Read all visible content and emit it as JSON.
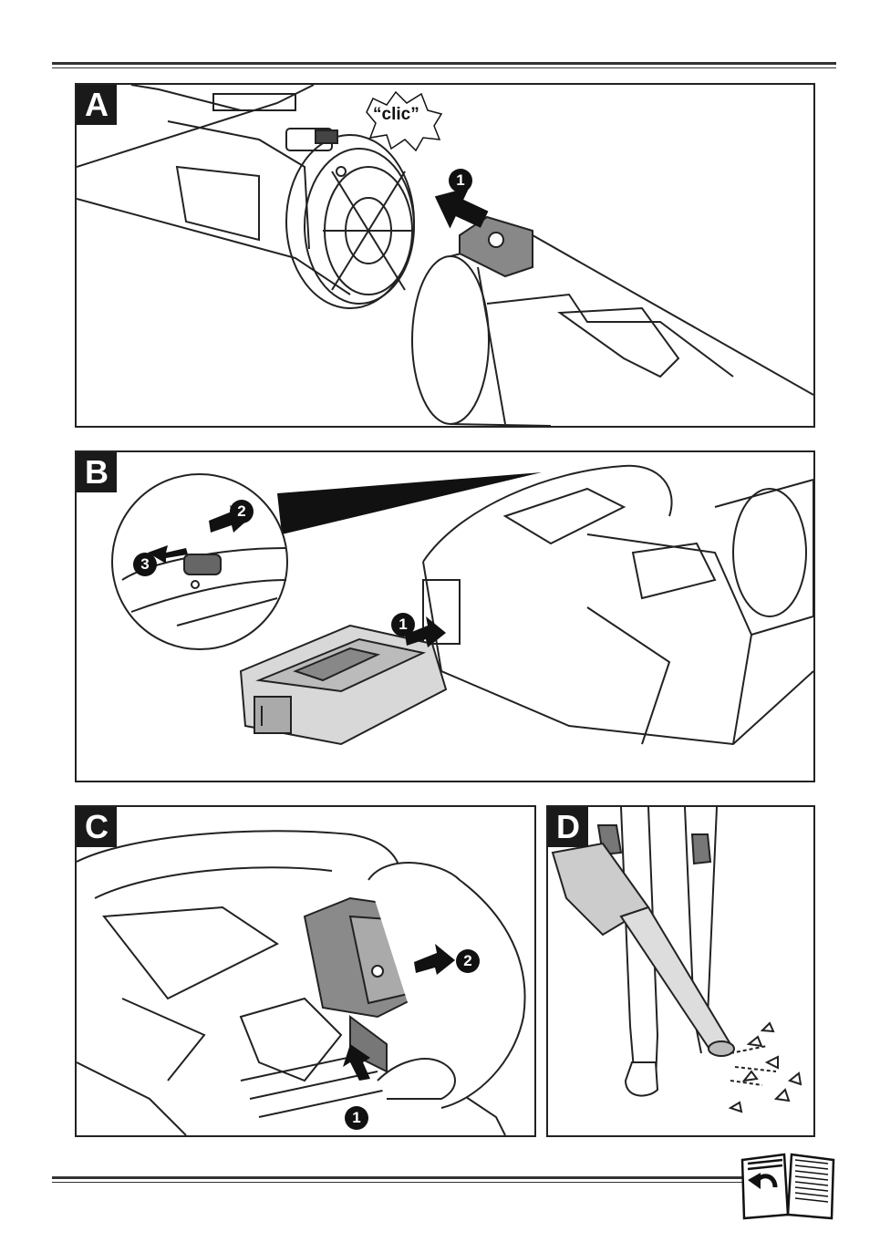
{
  "panels": {
    "a": {
      "letter": "A",
      "sound": "“clic”",
      "steps": [
        "1"
      ]
    },
    "b": {
      "letter": "B",
      "steps": [
        "1",
        "2",
        "3"
      ]
    },
    "c": {
      "letter": "C",
      "steps": [
        "1",
        "2"
      ]
    },
    "d": {
      "letter": "D",
      "steps": []
    }
  },
  "icons": {
    "back": "return-book-icon"
  }
}
